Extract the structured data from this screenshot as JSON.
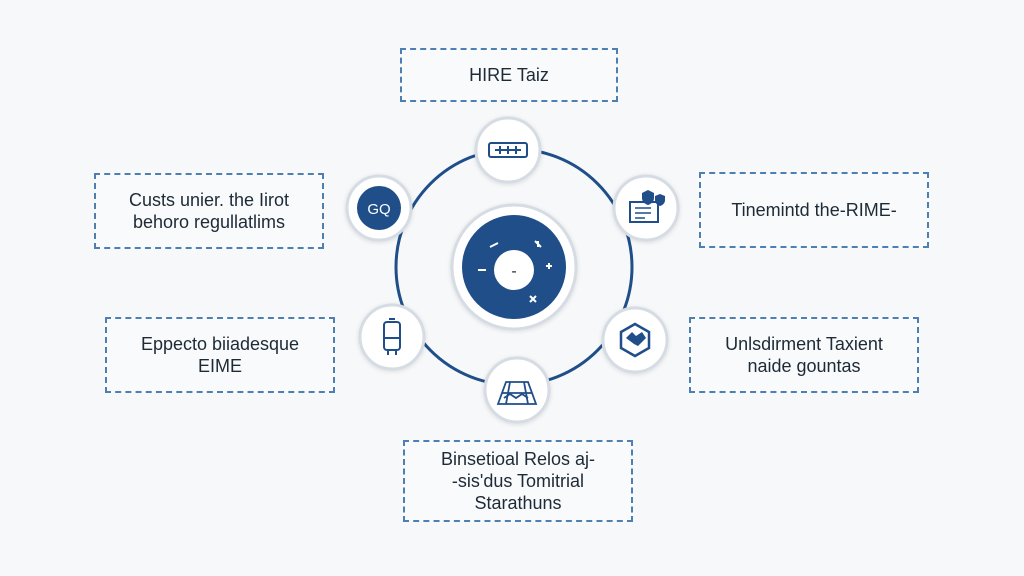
{
  "colors": {
    "primary": "#1f4e89",
    "ring": "#1f4e89",
    "node_fill": "#ffffff",
    "node_border": "#d6dce3",
    "dash": "#4d7fb3",
    "text": "#1e2a36",
    "background": "#f6f8fa"
  },
  "labels": {
    "top": [
      "HIRE Taiz"
    ],
    "left_top": [
      "Custs unier. the Iirot",
      "behoro regullatlims"
    ],
    "right_top": [
      "Tinemintd the-RIME-"
    ],
    "left_bottom": [
      "Eppecto biiadesque",
      "EIME"
    ],
    "right_bottom": [
      "Unlsdirment Taxient",
      "naide gountas"
    ],
    "bottom": [
      "Binsetioal Relos aj-",
      "-sis'dus Tomitrial",
      "Starathuns"
    ]
  },
  "nodes": [
    {
      "id": "top",
      "icon": "cable-icon"
    },
    {
      "id": "left-top",
      "icon": "gq-badge-icon",
      "text": "GQ"
    },
    {
      "id": "right-top",
      "icon": "document-shield-icon"
    },
    {
      "id": "left-bottom",
      "icon": "battery-icon"
    },
    {
      "id": "right-bottom",
      "icon": "hexagon-hand-icon"
    },
    {
      "id": "bottom",
      "icon": "map-grid-icon"
    }
  ],
  "center": {
    "icon": "compass-dial-icon",
    "text": "-"
  }
}
